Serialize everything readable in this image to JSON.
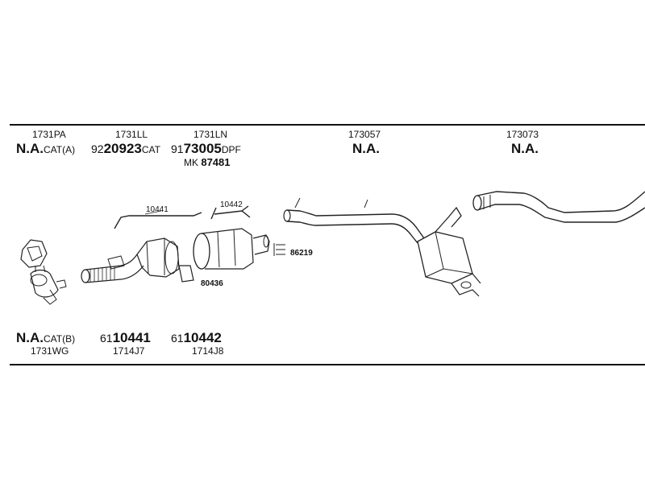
{
  "top_row": {
    "col1": {
      "code": "1731PA",
      "main": "N.A.",
      "suffix": "CAT(A)"
    },
    "col2": {
      "code": "1731LL",
      "prefix": "92",
      "main": "20923",
      "suffix": "CAT"
    },
    "col3": {
      "code": "1731LN",
      "prefix": "91",
      "main": "73005",
      "suffix": "DPF",
      "extra_prefix": "MK",
      "extra_main": "87481"
    },
    "col4": {
      "code": "173057",
      "main": "N.A."
    },
    "col5": {
      "code": "173073",
      "main": "N.A."
    }
  },
  "bottom_row": {
    "col1": {
      "main": "N.A.",
      "suffix": "CAT(B)",
      "code": "1731WG"
    },
    "col2": {
      "prefix": "61",
      "main": "10441",
      "code": "1714J7"
    },
    "col3": {
      "prefix": "61",
      "main": "10442",
      "code": "1714J8"
    }
  },
  "callouts": {
    "c1": "10441",
    "c2": "10442",
    "c3": "86219",
    "c4": "80436"
  }
}
